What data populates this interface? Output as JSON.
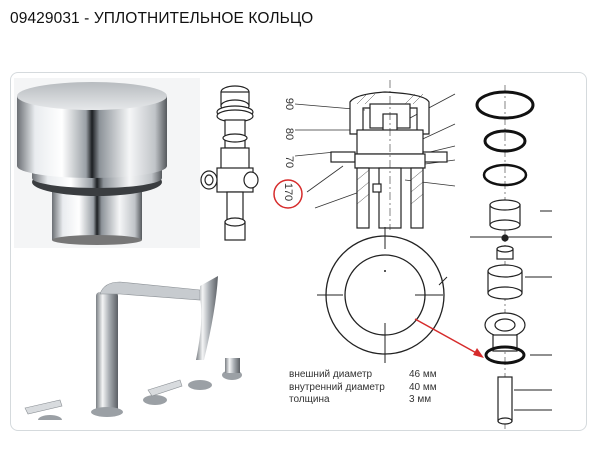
{
  "header": {
    "title": "09429031 - УПЛОТНИТЕЛЬНОЕ КОЛЬЦО"
  },
  "diagram": {
    "callout_labels": [
      "90",
      "80",
      "70",
      "170"
    ],
    "highlighted_label": "170",
    "highlight_color": "#d62b2b",
    "arrow_color": "#d62b2b"
  },
  "specs": {
    "rows": [
      {
        "label": "внешний диаметр",
        "value": "46 мм"
      },
      {
        "label": "внутренний диаметр",
        "value": "40 мм"
      },
      {
        "label": "толщина",
        "value": "3 мм"
      }
    ]
  }
}
